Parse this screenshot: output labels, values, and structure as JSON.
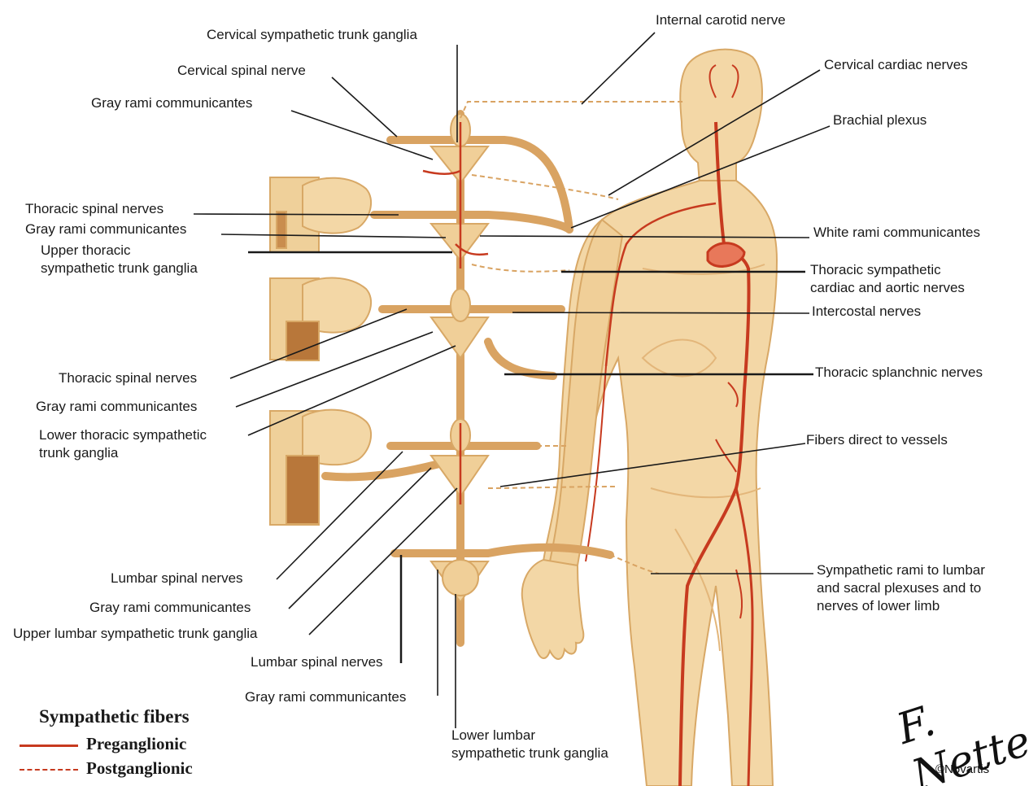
{
  "labels": {
    "internal_carotid_nerve": "Internal carotid nerve",
    "cervical_sympathetic_trunk_ganglia": "Cervical sympathetic trunk ganglia",
    "cervical_spinal_nerve": "Cervical spinal nerve",
    "gray_rami_1": "Gray rami communicantes",
    "cervical_cardiac_nerves": "Cervical cardiac nerves",
    "brachial_plexus": "Brachial plexus",
    "thoracic_spinal_nerves_1": "Thoracic spinal nerves",
    "gray_rami_2": "Gray rami communicantes",
    "upper_thoracic_1": "Upper thoracic",
    "upper_thoracic_2": "sympathetic trunk ganglia",
    "white_rami": "White rami communicantes",
    "thoracic_cardiac_1": "Thoracic sympathetic",
    "thoracic_cardiac_2": "cardiac and aortic nerves",
    "intercostal_nerves": "Intercostal nerves",
    "thoracic_splanchnic": "Thoracic splanchnic nerves",
    "thoracic_spinal_nerves_2": "Thoracic spinal nerves",
    "gray_rami_3": "Gray rami communicantes",
    "lower_thoracic_1": "Lower thoracic sympathetic",
    "lower_thoracic_2": "trunk ganglia",
    "fibers_direct": "Fibers direct to vessels",
    "lumbar_spinal_nerves_1": "Lumbar spinal nerves",
    "gray_rami_4": "Gray rami communicantes",
    "upper_lumbar": "Upper lumbar sympathetic trunk ganglia",
    "lumbar_spinal_nerves_2": "Lumbar spinal nerves",
    "gray_rami_5": "Gray rami communicantes",
    "lower_lumbar_1": "Lower lumbar",
    "lower_lumbar_2": "sympathetic trunk ganglia",
    "sympathetic_rami_1": "Sympathetic rami to lumbar",
    "sympathetic_rami_2": "and sacral plexuses and to",
    "sympathetic_rami_3": "nerves of lower limb"
  },
  "legend": {
    "title": "Sympathetic fibers",
    "preganglionic": "Preganglionic",
    "postganglionic": "Postganglionic"
  },
  "credit": {
    "signature": "F. Netter",
    "copyright": "©Novartis"
  },
  "colors": {
    "skin": "#f3d7a6",
    "skin_shadow": "#e3b67a",
    "nerve": "#d9a362",
    "preganglionic": "#c73a1f",
    "postganglionic": "#c73a1f",
    "leader": "#1a1a1a"
  }
}
